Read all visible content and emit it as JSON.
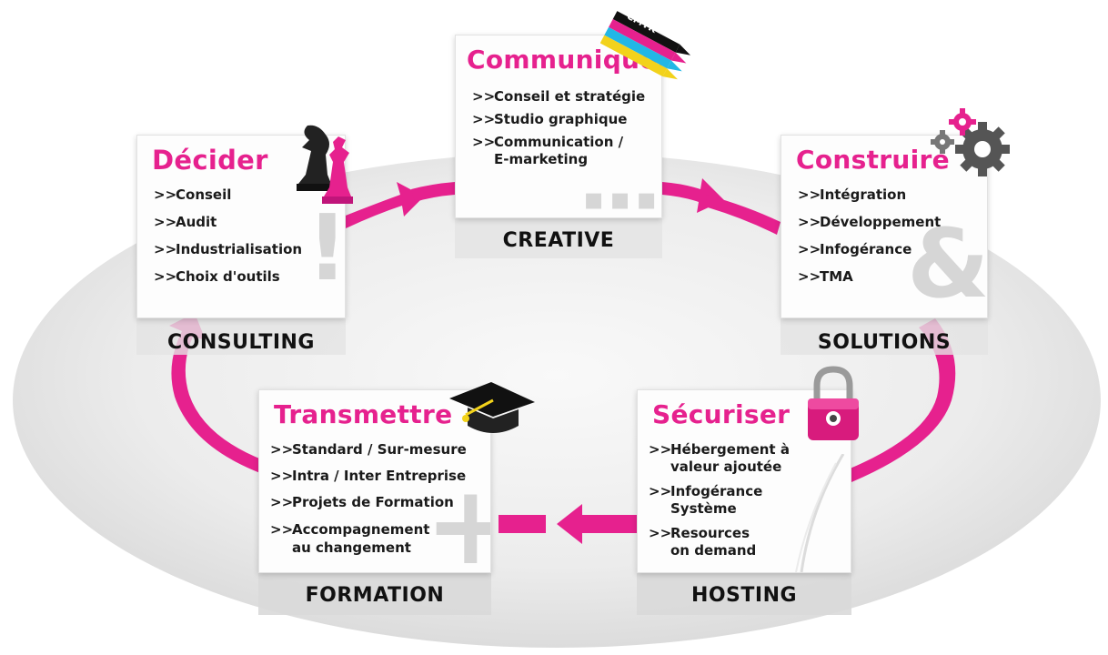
{
  "cards": {
    "communiquer": {
      "title": "Communiquer",
      "items": [
        "Conseil et stratégie",
        "Studio graphique",
        "Communication /\nE-marketing"
      ],
      "label": "CREATIVE",
      "badge": "CMYK"
    },
    "decider": {
      "title": "Décider",
      "items": [
        "Conseil",
        "Audit",
        "Industrialisation",
        "Choix d'outils"
      ],
      "label": "CONSULTING"
    },
    "construire": {
      "title": "Construire",
      "items": [
        "Intégration",
        "Développement",
        "Infogérance",
        "TMA"
      ],
      "label": "SOLUTIONS"
    },
    "transmettre": {
      "title": "Transmettre",
      "items": [
        "Standard / Sur-mesure",
        "Intra / Inter Entreprise",
        "Projets de Formation",
        "Accompagnement\nau changement"
      ],
      "label": "FORMATION"
    },
    "securiser": {
      "title": "Sécuriser",
      "items": [
        "Hébergement à\nvaleur ajoutée",
        "Infogérance\nSystème",
        "Resources\non demand"
      ],
      "label": "HOSTING"
    }
  },
  "bullet": ">>",
  "colors": {
    "accent": "#e6218e",
    "label": "#111111",
    "ring": "#e8e8e8"
  }
}
